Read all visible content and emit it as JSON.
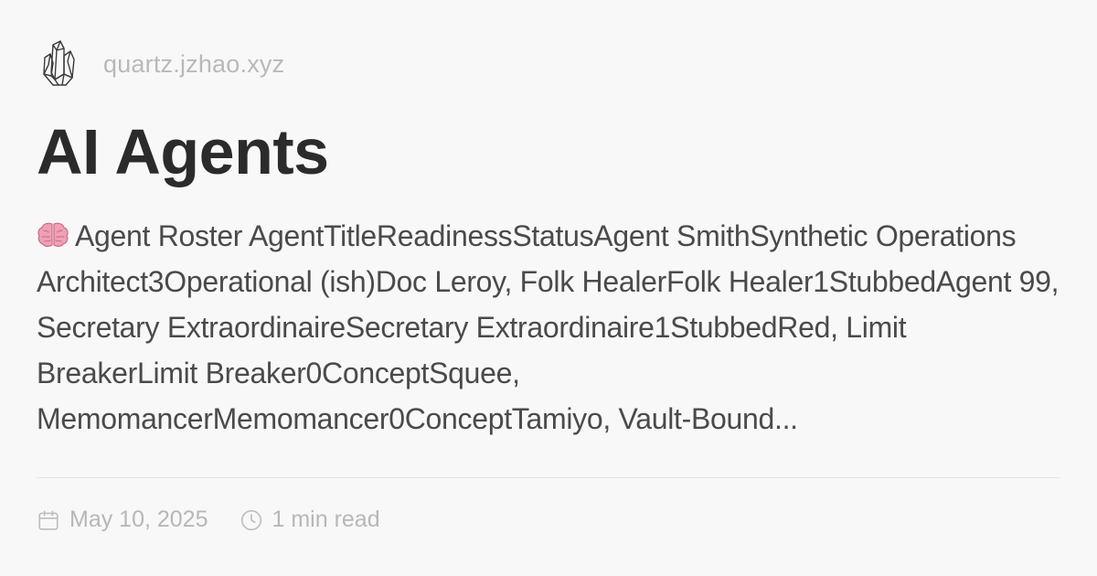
{
  "site": {
    "name": "quartz.jzhao.xyz",
    "logo_icon": "crystal-icon"
  },
  "page": {
    "title": "AI Agents",
    "excerpt_icon": "brain-icon",
    "excerpt": "Agent Roster AgentTitleReadinessStatusAgent SmithSynthetic Operations Architect3Operational (ish)Doc Leroy, Folk HealerFolk Healer1StubbedAgent 99, Secretary ExtraordinaireSecretary Extraordinaire1StubbedRed, Limit BreakerLimit Breaker0ConceptSquee, MemomancerMemomancer0ConceptTamiyo, Vault-Bound..."
  },
  "meta": {
    "date_icon": "calendar-icon",
    "date": "May 10, 2025",
    "reading_icon": "clock-icon",
    "reading_time": "1 min read"
  },
  "colors": {
    "background": "#f9f8f8",
    "title": "#2b2b2b",
    "body": "#4a4a4a",
    "muted": "#b7b7b7",
    "brain": "#f0a0b4"
  }
}
